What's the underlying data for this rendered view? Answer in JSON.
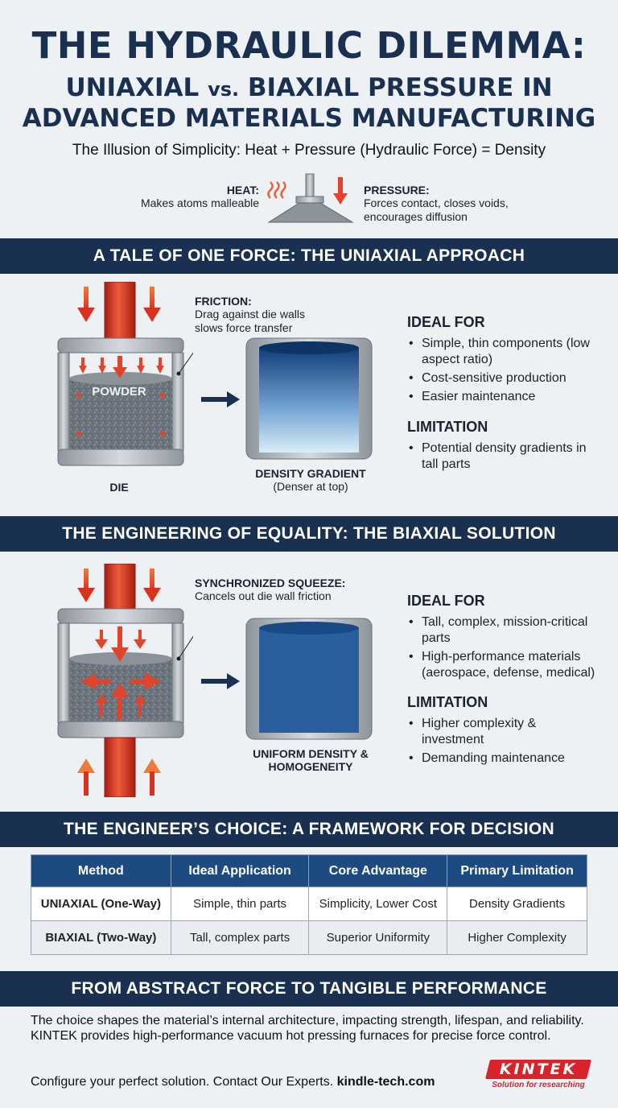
{
  "header": {
    "title_line1": "THE HYDRAULIC DILEMMA:",
    "title_line2_a": "UNIAXIAL",
    "title_line2_vs": "vs.",
    "title_line2_b": "BIAXIAL PRESSURE IN",
    "title_line3": "ADVANCED MATERIALS MANUFACTURING",
    "subtitle": "The Illusion of Simplicity: Heat + Pressure (Hydraulic Force) = Density"
  },
  "intro": {
    "heat_label": "HEAT:",
    "heat_desc": "Makes atoms malleable",
    "pressure_label": "PRESSURE:",
    "pressure_desc_1": "Forces contact, closes voids,",
    "pressure_desc_2": "encourages diffusion"
  },
  "uniaxial": {
    "band": "A TALE OF ONE FORCE: THE UNIAXIAL APPROACH",
    "friction_label": "FRICTION:",
    "friction_desc_1": "Drag against die walls",
    "friction_desc_2": "slows force transfer",
    "powder_label": "POWDER",
    "die_label": "DIE",
    "gradient_label": "DENSITY GRADIENT",
    "gradient_sub": "(Denser at top)",
    "ideal_heading": "IDEAL FOR",
    "ideal_items": [
      "Simple, thin components (low aspect ratio)",
      "Cost-sensitive production",
      "Easier maintenance"
    ],
    "limit_heading": "LIMITATION",
    "limit_items": [
      "Potential density gradients in tall parts"
    ]
  },
  "biaxial": {
    "band": "THE ENGINEERING OF EQUALITY: THE BIAXIAL SOLUTION",
    "squeeze_label": "SYNCHRONIZED SQUEEZE:",
    "squeeze_desc": "Cancels out die wall friction",
    "uniform_label_1": "UNIFORM DENSITY &",
    "uniform_label_2": "HOMOGENEITY",
    "ideal_heading": "IDEAL FOR",
    "ideal_items": [
      "Tall, complex, mission-critical parts",
      "High-performance materials (aerospace, defense, medical)"
    ],
    "limit_heading": "LIMITATION",
    "limit_items": [
      "Higher complexity & investment",
      "Demanding maintenance"
    ]
  },
  "framework": {
    "band": "THE ENGINEER’S CHOICE: A FRAMEWORK FOR DECISION",
    "headers": [
      "Method",
      "Ideal Application",
      "Core Advantage",
      "Primary Limitation"
    ],
    "rows": [
      [
        "UNIAXIAL (One-Way)",
        "Simple, thin parts",
        "Simplicity, Lower Cost",
        "Density Gradients"
      ],
      [
        "BIAXIAL (Two-Way)",
        "Tall, complex parts",
        "Superior Uniformity",
        "Higher Complexity"
      ]
    ]
  },
  "footer": {
    "band": "FROM ABSTRACT FORCE TO TANGIBLE PERFORMANCE",
    "paragraph": "The choice shapes the material’s internal architecture, impacting strength, lifespan, and reliability. KINTEK provides high-performance vacuum hot pressing furnaces for precise force control.",
    "cta": "Configure your perfect solution. Contact Our Experts.",
    "url": "kindle-tech.com",
    "logo_text": "KINTEK",
    "logo_tagline": "Solution for researching"
  },
  "colors": {
    "navy": "#1a3050",
    "table_header": "#1d4a80",
    "arrow_red": "#e0452b",
    "brand_red": "#d8232a"
  }
}
